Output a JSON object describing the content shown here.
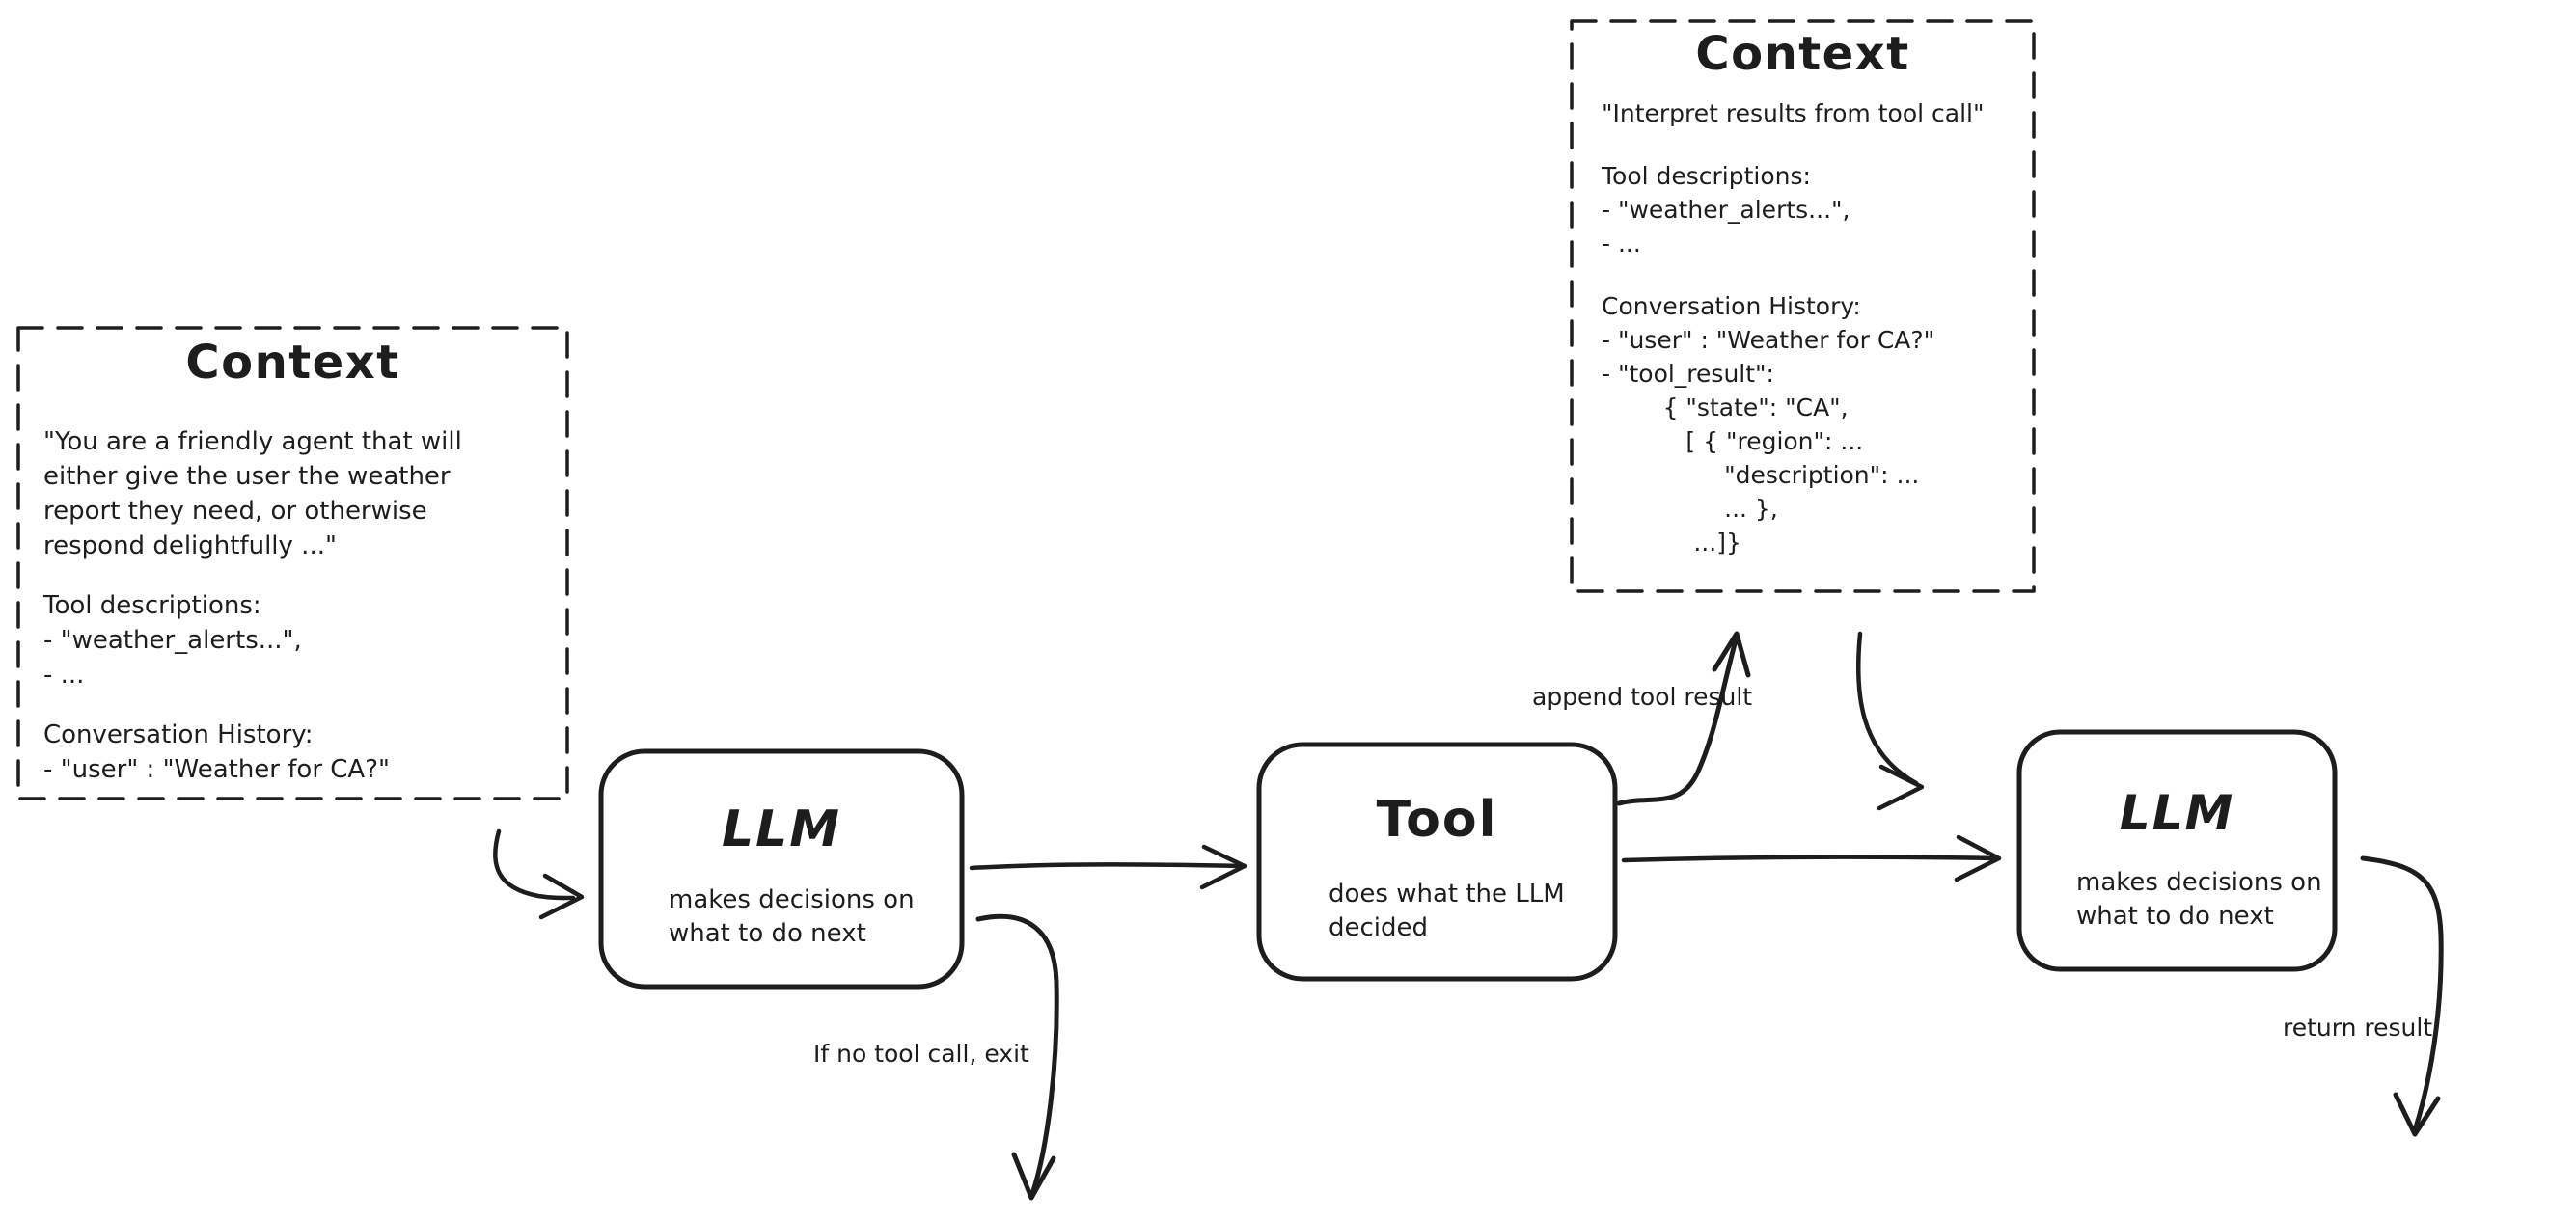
{
  "colors": {
    "ink": "#1d1d1d",
    "background": "#ffffff"
  },
  "context_left": {
    "title": "Context",
    "lines": [
      "\"You are a friendly agent that will",
      "either give the user the weather",
      "report they need, or otherwise",
      "respond delightfully ...\"",
      "",
      "Tool descriptions:",
      "- \"weather_alerts...\",",
      "- ...",
      "",
      "Conversation History:",
      "- \"user\" : \"Weather for CA?\""
    ]
  },
  "context_right": {
    "title": "Context",
    "lines": [
      "\"Interpret results from tool call\"",
      "",
      "Tool descriptions:",
      "- \"weather_alerts...\",",
      "- ...",
      "",
      "Conversation History:",
      "- \"user\" : \"Weather for CA?\"",
      "- \"tool_result\":",
      "        { \"state\": \"CA\",",
      "           [ { \"region\": ...",
      "                \"description\": ...",
      "                ... },",
      "            ...]}"
    ]
  },
  "nodes": {
    "llm1": {
      "title": "LLM",
      "body": "makes decisions on\nwhat to do next"
    },
    "tool": {
      "title": "Tool",
      "body": "does what the LLM\ndecided"
    },
    "llm2": {
      "title": "LLM",
      "body": "makes decisions on\nwhat to do next"
    }
  },
  "arrow_labels": {
    "append_tool_result": "append tool result",
    "if_no_tool_call": "If no tool call, exit",
    "return_result": "return result"
  }
}
